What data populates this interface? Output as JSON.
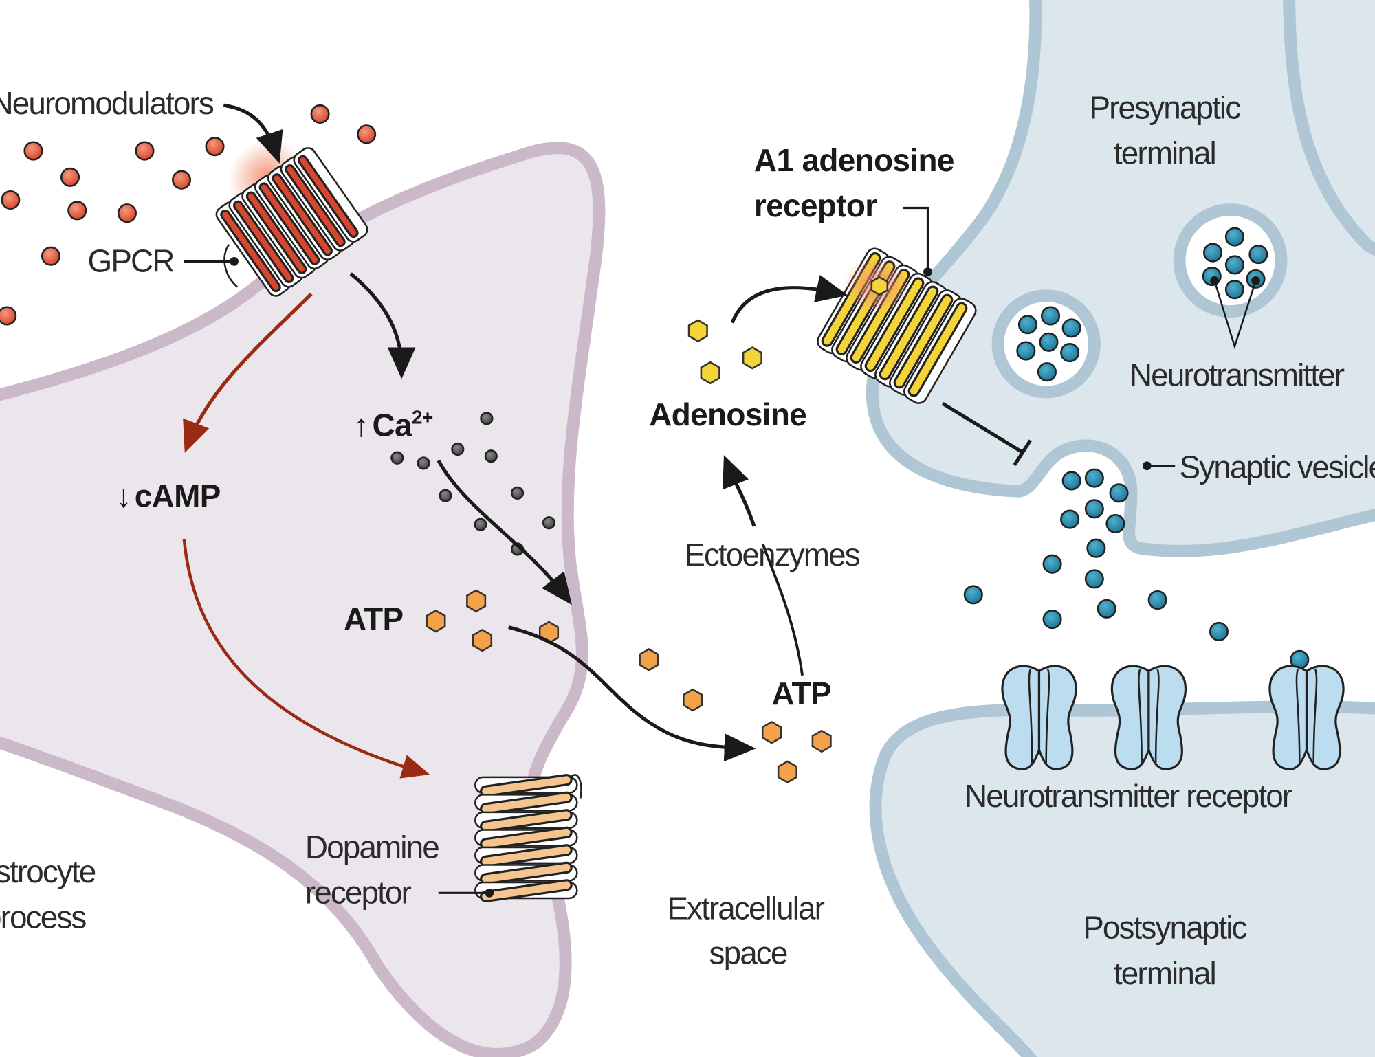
{
  "figure": {
    "colors": {
      "astrocyte_fill": "#ebe5ec",
      "astrocyte_membrane": "#cbb8c8",
      "neuron_fill": "#dce6ed",
      "neuron_membrane": "#afc6d4",
      "neuromodulator": "#e0583c",
      "gpcr": "#d6472f",
      "adenosine": "#f5d43a",
      "a1_receptor": "#f5d43a",
      "atp": "#f3a24a",
      "dopamine_receptor": "#f4c58e",
      "calcium": "#555555",
      "neurotransmitter": "#2a87a8",
      "nt_receptor": "#bcdcef",
      "red_arrow": "#9b2a14",
      "black_arrow": "#1a1a1a"
    },
    "labels": {
      "neuromodulators": "Neuromodulators",
      "gpcr": "GPCR",
      "camp": "cAMP",
      "camp_arrow": "↓",
      "calcium": "Ca",
      "calcium_sup": "2+",
      "calcium_arrow": "↑",
      "atp_inside": "ATP",
      "atp_outside": "ATP",
      "dopamine_receptor_line1": "Dopamine",
      "dopamine_receptor_line2": "receptor",
      "astrocyte_line1": "Astrocyte",
      "astrocyte_line2": "process",
      "extracellular_line1": "Extracellular",
      "extracellular_line2": "space",
      "ectoenzymes": "Ectoenzymes",
      "adenosine": "Adenosine",
      "a1_line1": "A1 adenosine",
      "a1_line2": "receptor",
      "presynaptic_line1": "Presynaptic",
      "presynaptic_line2": "terminal",
      "neurotransmitter": "Neurotransmitter",
      "synaptic_vesicle": "Synaptic vesicle",
      "nt_receptor": "Neurotransmitter receptor",
      "postsynaptic_line1": "Postsynaptic",
      "postsynaptic_line2": "terminal"
    }
  }
}
